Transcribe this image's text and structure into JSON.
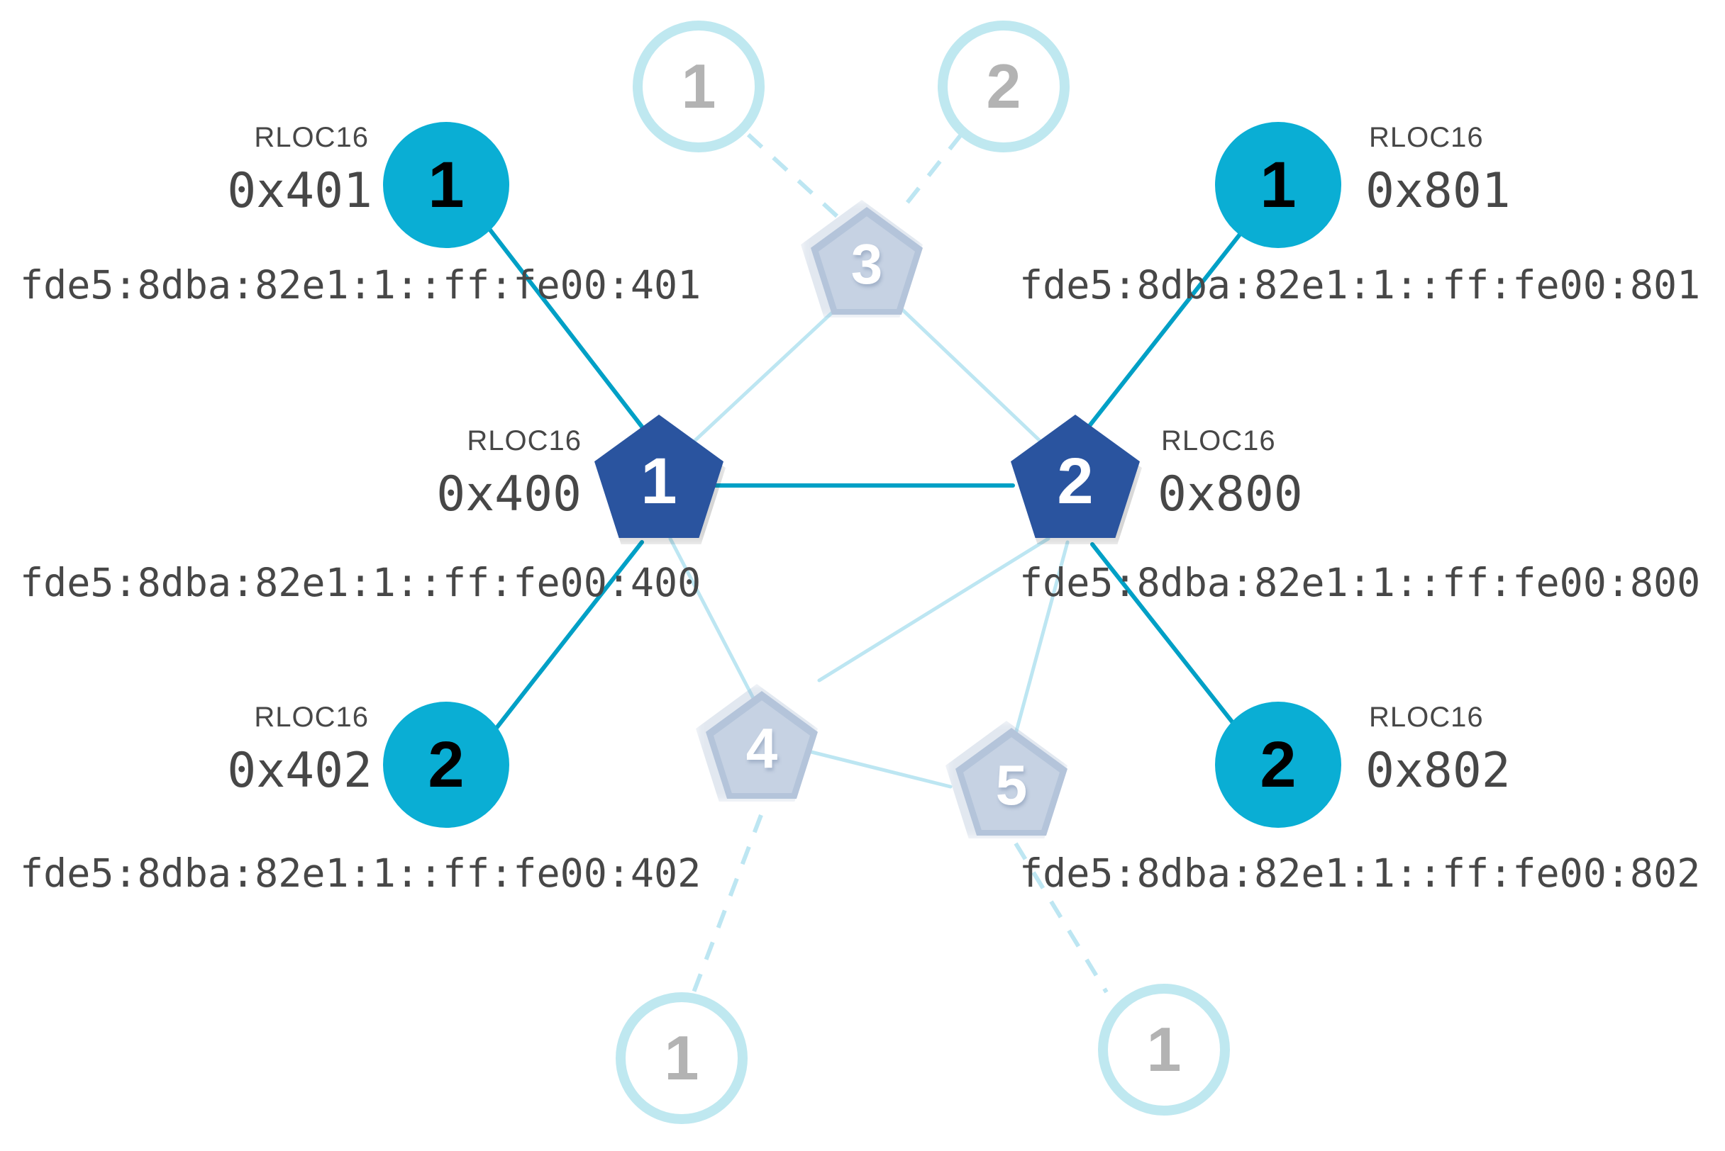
{
  "diagram": {
    "title": "Thread Network Topology",
    "background": "#ffffff",
    "rloc_label": "RLOC16",
    "colors": {
      "router_fill": "#2a549f",
      "router_text": "#ffffff",
      "end_device_fill": "#0aaed4",
      "end_device_text": "#000000",
      "child_router_fill": "#c6d2e3",
      "child_router_border": "#b4c4da",
      "child_router_text": "#ffffff",
      "detached_stroke": "#bfe8f0",
      "detached_text": "#b3b3b3",
      "edge_strong": "#00a0c6",
      "edge_weak": "#bde6f2",
      "text": "#474747"
    }
  },
  "nodes": [
    {
      "id": "r400",
      "kind": "router-pentagon",
      "number": "1",
      "rloc16": "0x400",
      "ipv6": "fde5:8dba:82e1:1::ff:fe00:400"
    },
    {
      "id": "r800",
      "kind": "router-pentagon",
      "number": "2",
      "rloc16": "0x800",
      "ipv6": "fde5:8dba:82e1:1::ff:fe00:800"
    },
    {
      "id": "c401",
      "kind": "end-device-circle",
      "number": "1",
      "rloc16": "0x401",
      "ipv6": "fde5:8dba:82e1:1::ff:fe00:401"
    },
    {
      "id": "c402",
      "kind": "end-device-circle",
      "number": "2",
      "rloc16": "0x402",
      "ipv6": "fde5:8dba:82e1:1::ff:fe00:402"
    },
    {
      "id": "c801",
      "kind": "end-device-circle",
      "number": "1",
      "rloc16": "0x801",
      "ipv6": "fde5:8dba:82e1:1::ff:fe00:801"
    },
    {
      "id": "c802",
      "kind": "end-device-circle",
      "number": "2",
      "rloc16": "0x802",
      "ipv6": "fde5:8dba:82e1:1::ff:fe00:802"
    },
    {
      "id": "p3",
      "kind": "child-pentagon",
      "number": "3"
    },
    {
      "id": "p4",
      "kind": "child-pentagon",
      "number": "4"
    },
    {
      "id": "p5",
      "kind": "child-pentagon",
      "number": "5"
    },
    {
      "id": "d-top-left",
      "kind": "detached-circle",
      "number": "1"
    },
    {
      "id": "d-top-right",
      "kind": "detached-circle",
      "number": "2"
    },
    {
      "id": "d-bottom-left",
      "kind": "detached-circle",
      "number": "1"
    },
    {
      "id": "d-bottom-right",
      "kind": "detached-circle",
      "number": "1"
    }
  ],
  "edges": [
    {
      "from": "r400",
      "to": "r800",
      "style": "solid",
      "weight": "strong"
    },
    {
      "from": "r400",
      "to": "c401",
      "style": "solid",
      "weight": "strong"
    },
    {
      "from": "r400",
      "to": "c402",
      "style": "solid",
      "weight": "strong"
    },
    {
      "from": "r800",
      "to": "c801",
      "style": "solid",
      "weight": "strong"
    },
    {
      "from": "r800",
      "to": "c802",
      "style": "solid",
      "weight": "strong"
    },
    {
      "from": "r400",
      "to": "p3",
      "style": "solid",
      "weight": "weak"
    },
    {
      "from": "r800",
      "to": "p3",
      "style": "solid",
      "weight": "weak"
    },
    {
      "from": "r400",
      "to": "p4",
      "style": "solid",
      "weight": "weak"
    },
    {
      "from": "r800",
      "to": "p4",
      "style": "solid",
      "weight": "weak"
    },
    {
      "from": "r800",
      "to": "p5",
      "style": "solid",
      "weight": "weak"
    },
    {
      "from": "p4",
      "to": "p5",
      "style": "solid",
      "weight": "weak"
    },
    {
      "from": "p3",
      "to": "d-top-left",
      "style": "dashed",
      "weight": "weak"
    },
    {
      "from": "p3",
      "to": "d-top-right",
      "style": "dashed",
      "weight": "weak"
    },
    {
      "from": "p4",
      "to": "d-bottom-left",
      "style": "dashed",
      "weight": "weak"
    },
    {
      "from": "p5",
      "to": "d-bottom-right",
      "style": "dashed",
      "weight": "weak"
    }
  ]
}
